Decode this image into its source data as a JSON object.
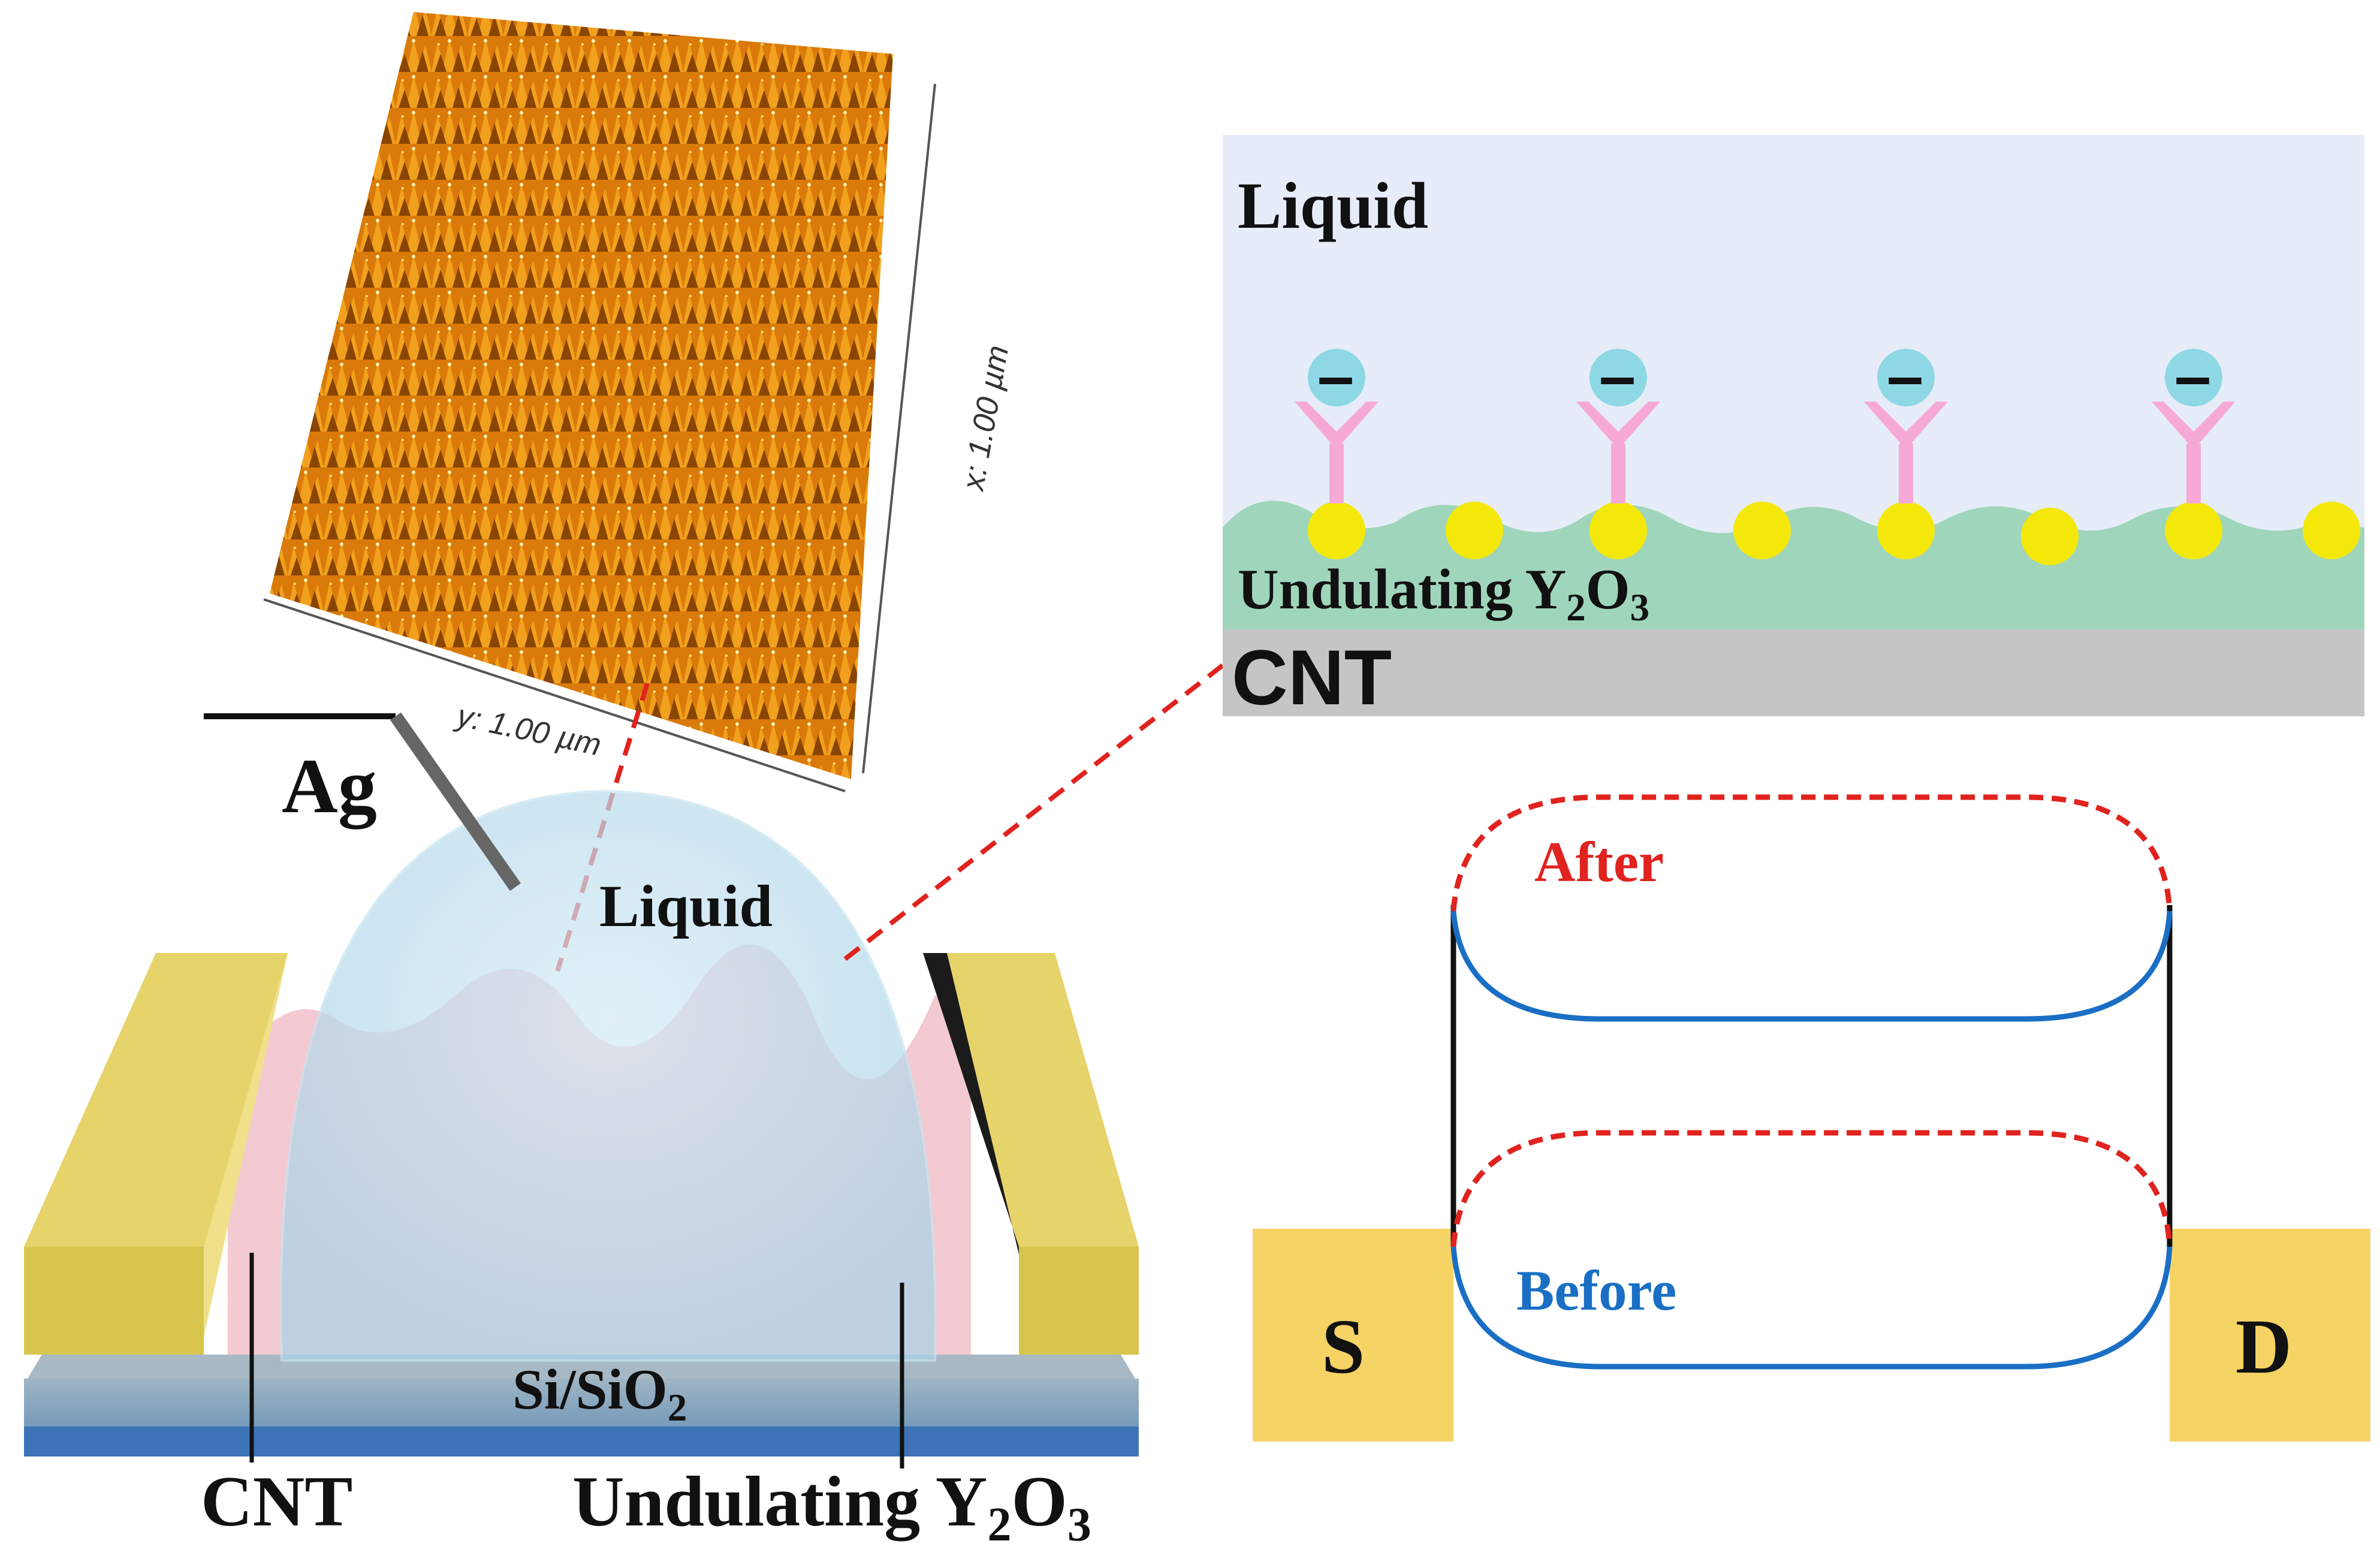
{
  "afm": {
    "x_axis_label": "x: 1.00 µm",
    "y_axis_label": "y: 1.00 µm"
  },
  "device": {
    "electrode_label": "Ag",
    "liquid_label": "Liquid",
    "substrate_label": "Si/SiO",
    "substrate_subscript": "2",
    "cnt_label": "CNT",
    "y2o3_label_prefix": "Undulating Y",
    "y2o3_sub1": "2",
    "y2o3_mid": "O",
    "y2o3_sub2": "3"
  },
  "inset": {
    "liquid_label": "Liquid",
    "y2o3_label_prefix": "Undulating Y",
    "y2o3_sub1": "2",
    "y2o3_mid": "O",
    "y2o3_sub2": "3",
    "cnt_label": "CNT",
    "charge_symbol": "–"
  },
  "band": {
    "source_label": "S",
    "drain_label": "D",
    "after_label": "After",
    "before_label": "Before"
  },
  "colors": {
    "afm_orange": "#e0830a",
    "liquid_blue": "#b7dcec",
    "electrode_gold": "#e6d36a",
    "y2o3_green": "#8fd3b4",
    "cnt_gray": "#c8c8c8",
    "before_blue": "#1a6fc4",
    "after_red": "#e0231e",
    "sd_gold": "#f6d365"
  }
}
